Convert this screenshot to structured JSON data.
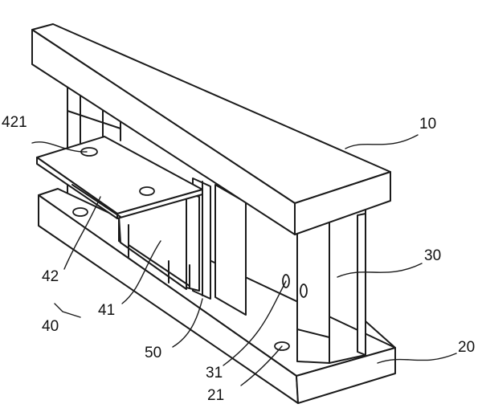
{
  "labels": {
    "l10": "10",
    "l20": "20",
    "l21": "21",
    "l30": "30",
    "l31": "31",
    "l40": "40",
    "l41": "41",
    "l42": "42",
    "l421": "421",
    "l50": "50"
  },
  "colors": {
    "line": "#1a1a1a",
    "background": "#ffffff"
  }
}
